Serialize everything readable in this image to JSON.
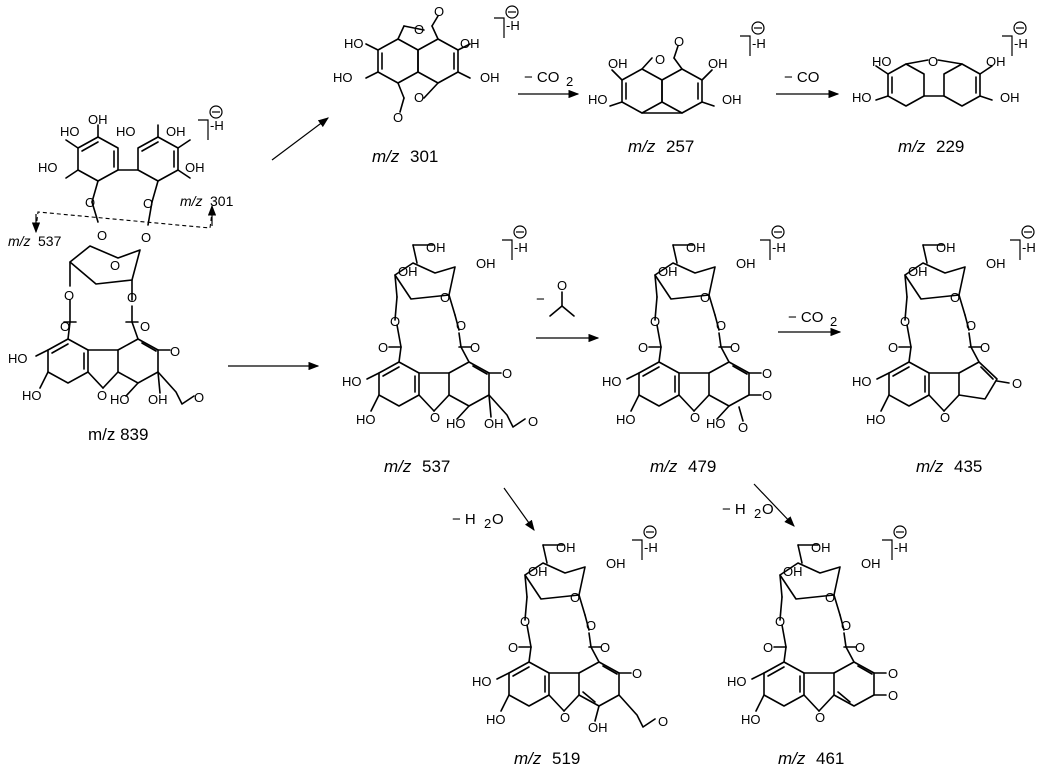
{
  "labels": {
    "mz839": "m/z 839",
    "mz301": "301",
    "mz257": "257",
    "mz229": "229",
    "mz537": "537",
    "mz479": "479",
    "mz435": "435",
    "mz519": "519",
    "mz461": "461",
    "mz_prefix": "m/z",
    "cleave_left": "537",
    "cleave_right": "301"
  },
  "losses": {
    "co2_a": "− CO",
    "co_b": "− CO",
    "acetone": "−",
    "co2_c": "− CO",
    "h2o_a": "− H",
    "h2o_b": "− H",
    "subscript_2": "2",
    "water_o": "O"
  },
  "charge": {
    "minus_symbol": "⊖",
    "deprotonated": "-H"
  },
  "atoms": {
    "HO": "HO",
    "OH": "OH",
    "O": "O"
  }
}
